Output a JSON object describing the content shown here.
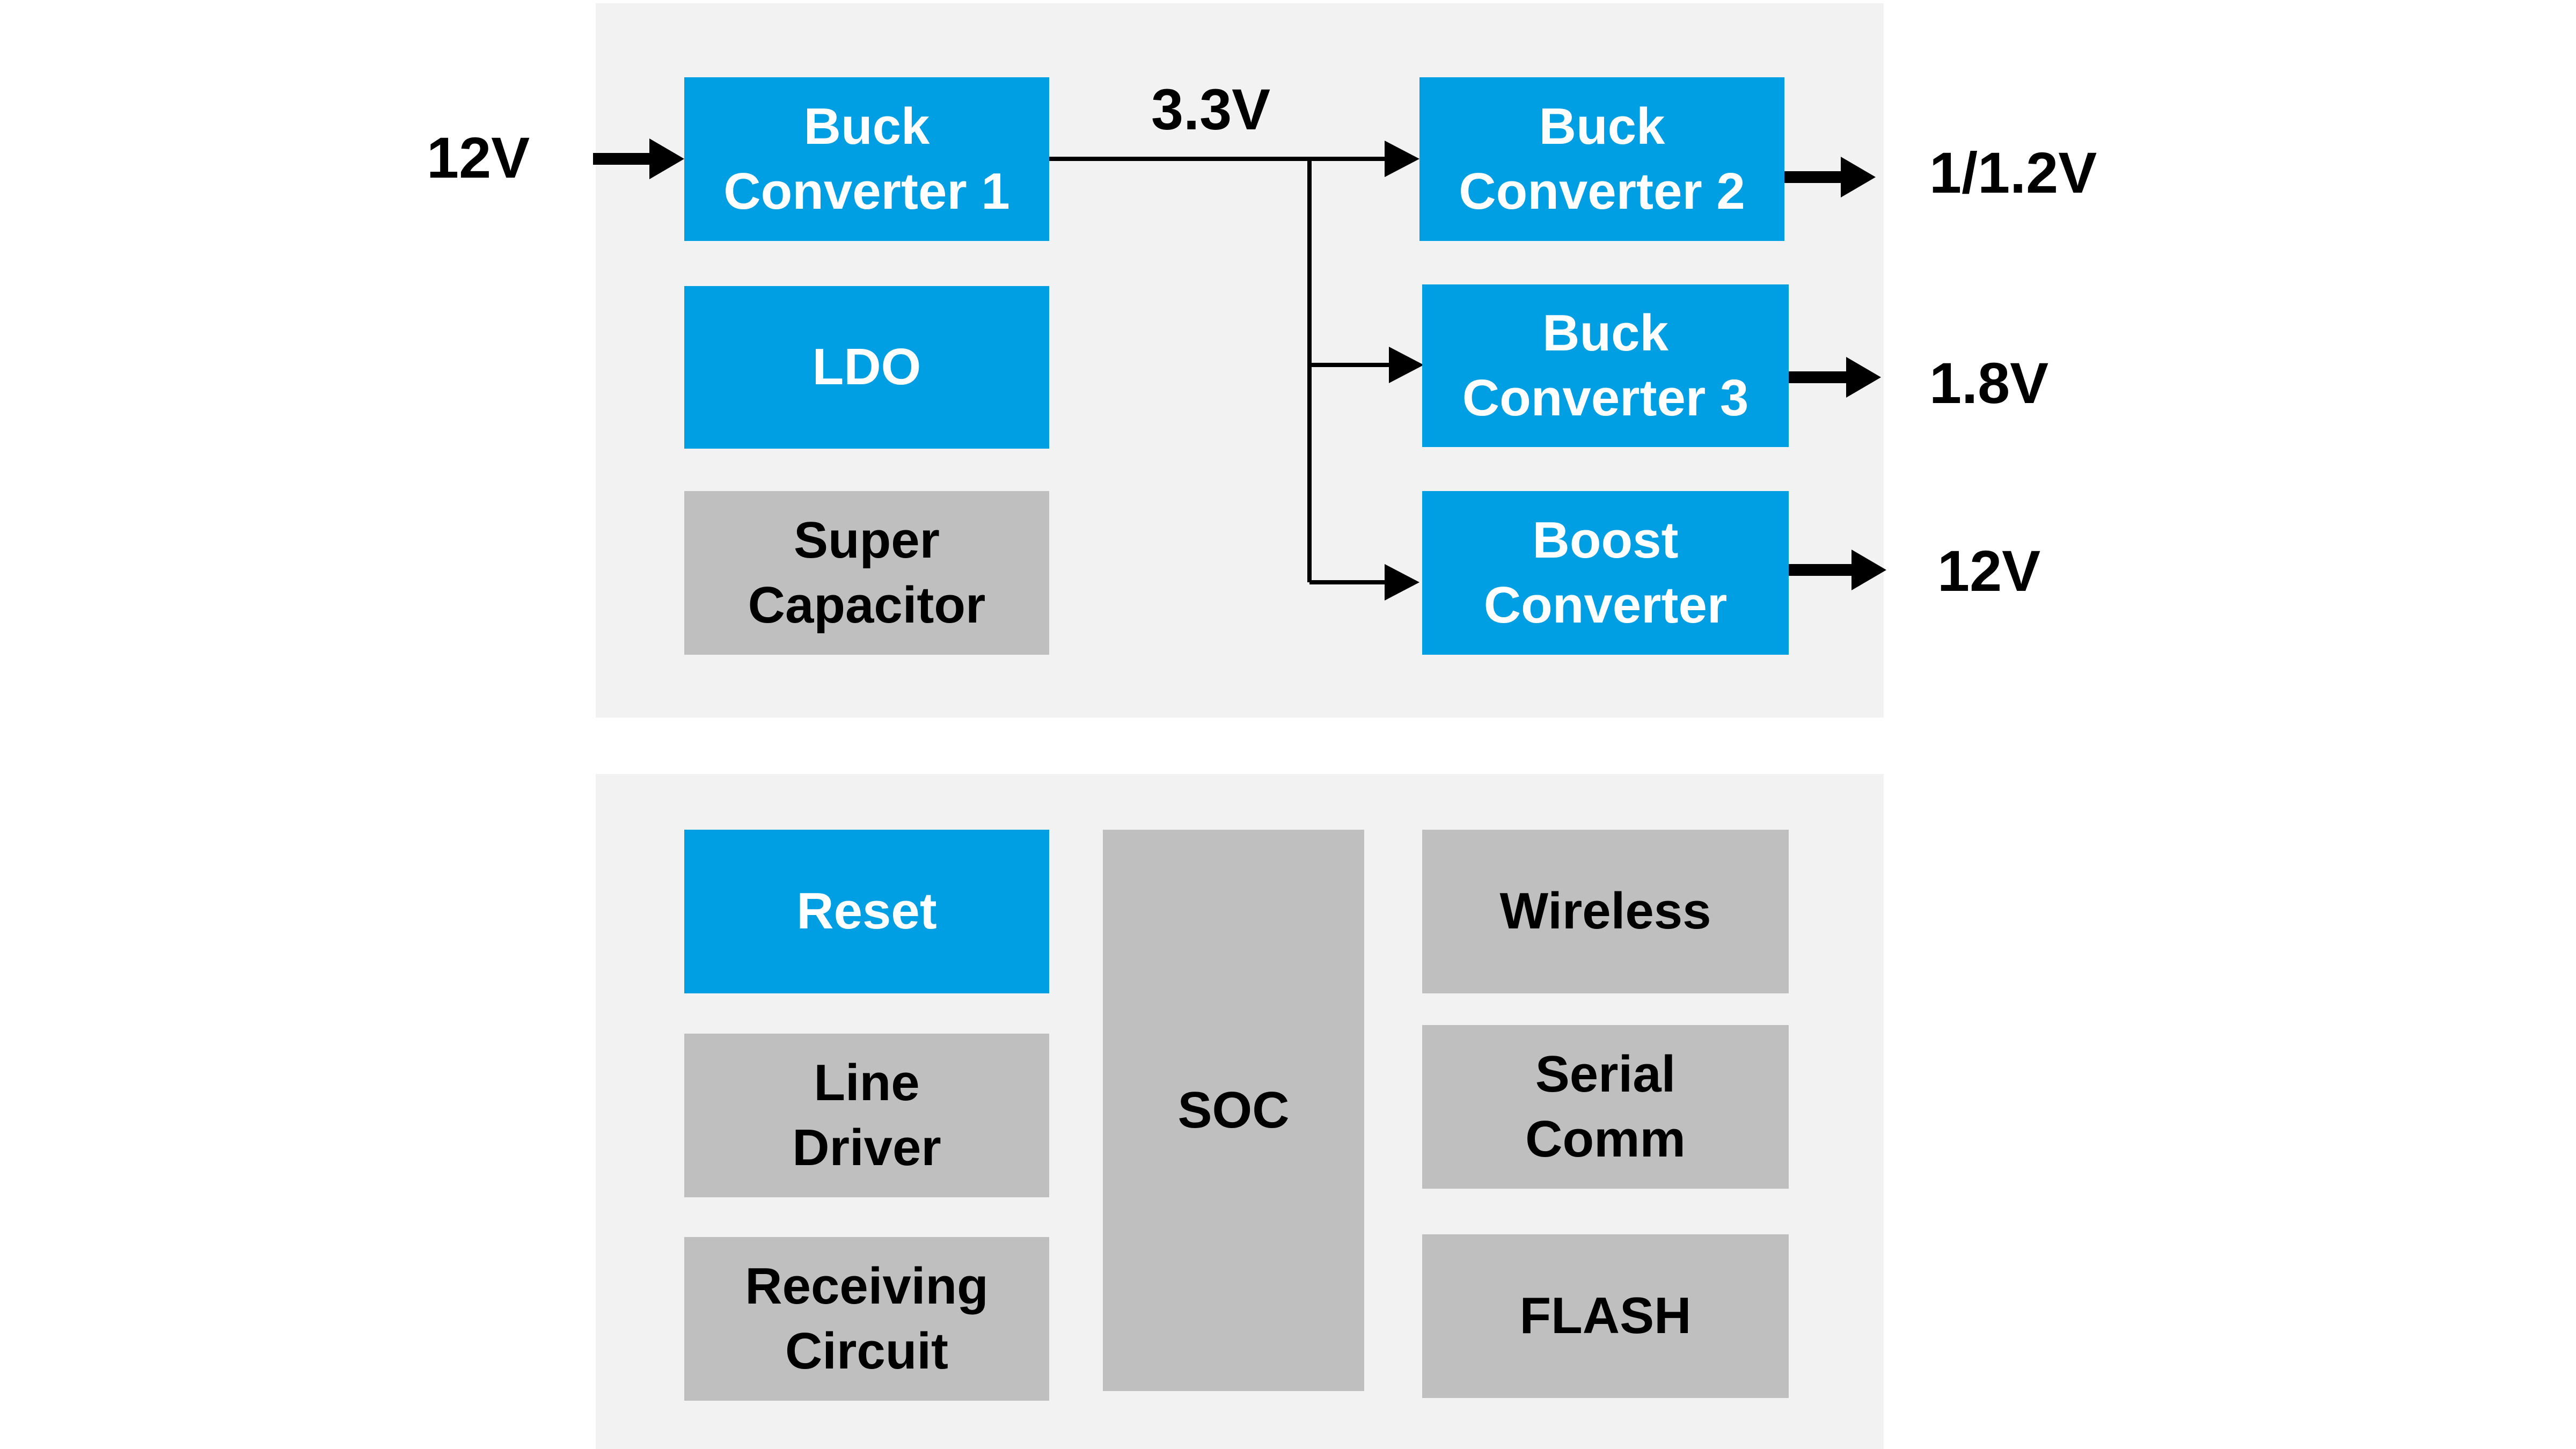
{
  "colors": {
    "block_blue": "#009fe3",
    "block_gray": "#bfbfbf",
    "panel_bg": "#f2f2f2"
  },
  "power_section": {
    "input_label": "12V",
    "bus_label": "3.3V",
    "blocks": {
      "buck1": "Buck\nConverter 1",
      "ldo": "LDO",
      "supercap": "Super\nCapacitor",
      "buck2": "Buck\nConverter 2",
      "buck3": "Buck\nConverter 3",
      "boost": "Boost\nConverter"
    },
    "outputs": {
      "buck2": "1/1.2V",
      "buck3": "1.8V",
      "boost": "12V"
    }
  },
  "system_section": {
    "blocks": {
      "reset": "Reset",
      "line_driver": "Line\nDriver",
      "receiving": "Receiving\nCircuit",
      "soc": "SOC",
      "wireless": "Wireless",
      "serial": "Serial\nComm",
      "flash": "FLASH"
    }
  }
}
